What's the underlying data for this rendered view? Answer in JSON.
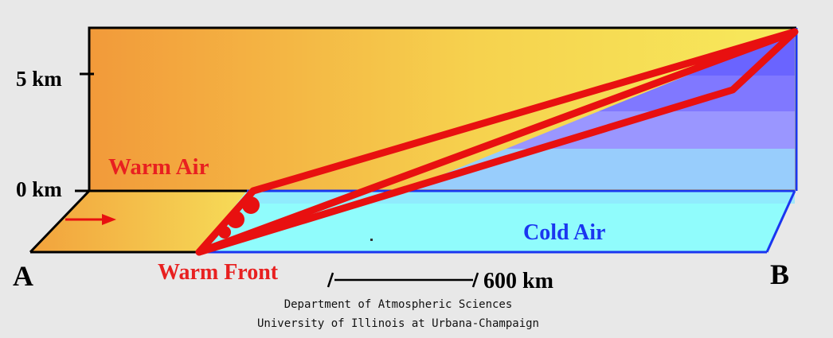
{
  "labels": {
    "y_top": "5 km",
    "y_bottom": "0 km",
    "warm_air": "Warm Air",
    "cold_air": "Cold Air",
    "warm_front": "Warm Front",
    "point_a": "A",
    "point_b": "B",
    "scale_bar": "600 km"
  },
  "credits": {
    "line1": "Department of Atmospheric Sciences",
    "line2": "University of Illinois at Urbana-Champaign"
  },
  "colors": {
    "warm": "#f4a640",
    "warm_light": "#f7e060",
    "front": "#e81010",
    "cold_deep": "#6a64ff",
    "cold_mid": "#9a96ff",
    "cold_light": "#98cdfc",
    "cold_ground": "#90fcfc",
    "label_red": "#e82020",
    "label_blue": "#1a36f0"
  }
}
